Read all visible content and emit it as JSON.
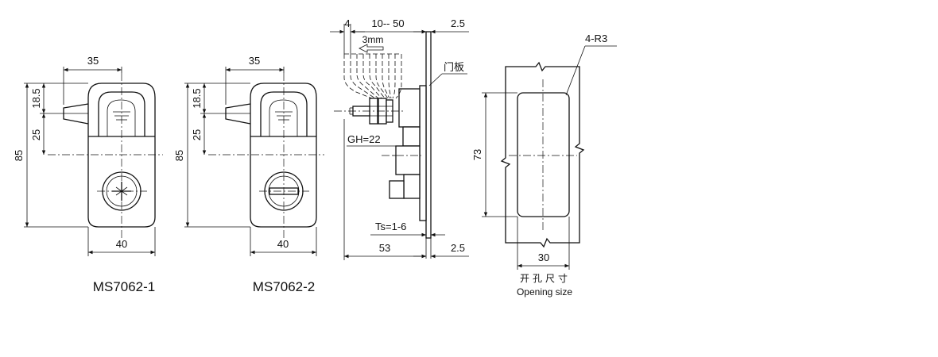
{
  "figure1": {
    "caption": "MS7062-1",
    "dims": {
      "top_width": "35",
      "upper_height": "18.5",
      "mid_height": "25",
      "total_height": "85",
      "bottom_width": "40"
    }
  },
  "figure2": {
    "caption": "MS7062-2",
    "dims": {
      "top_width": "35",
      "upper_height": "18.5",
      "mid_height": "25",
      "total_height": "85",
      "bottom_width": "40"
    }
  },
  "side_view": {
    "dims": {
      "offset": "4",
      "range": "10-- 50",
      "panel_thickness_top": "2.5",
      "stroke": "3mm",
      "gh": "GH=22",
      "ts": "Ts=1-6",
      "depth": "53",
      "panel_thickness_bottom": "2.5"
    },
    "door_panel_label": "门板"
  },
  "cutout": {
    "corner_radius": "4-R3",
    "height": "73",
    "width": "30",
    "title_cn": "开孔尺寸",
    "title_en": "Opening size"
  }
}
